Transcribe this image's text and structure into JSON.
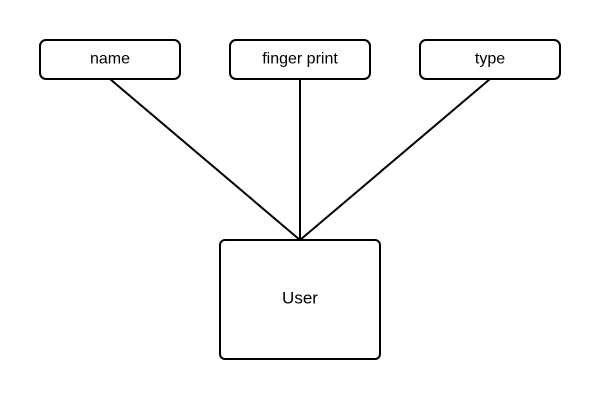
{
  "diagram": {
    "entity": {
      "label": "User"
    },
    "attributes": [
      {
        "id": "name",
        "label": "name"
      },
      {
        "id": "finger-print",
        "label": "finger print"
      },
      {
        "id": "type",
        "label": "type"
      }
    ],
    "colors": {
      "stroke": "#000000",
      "fill": "#ffffff",
      "text": "#000000"
    }
  }
}
